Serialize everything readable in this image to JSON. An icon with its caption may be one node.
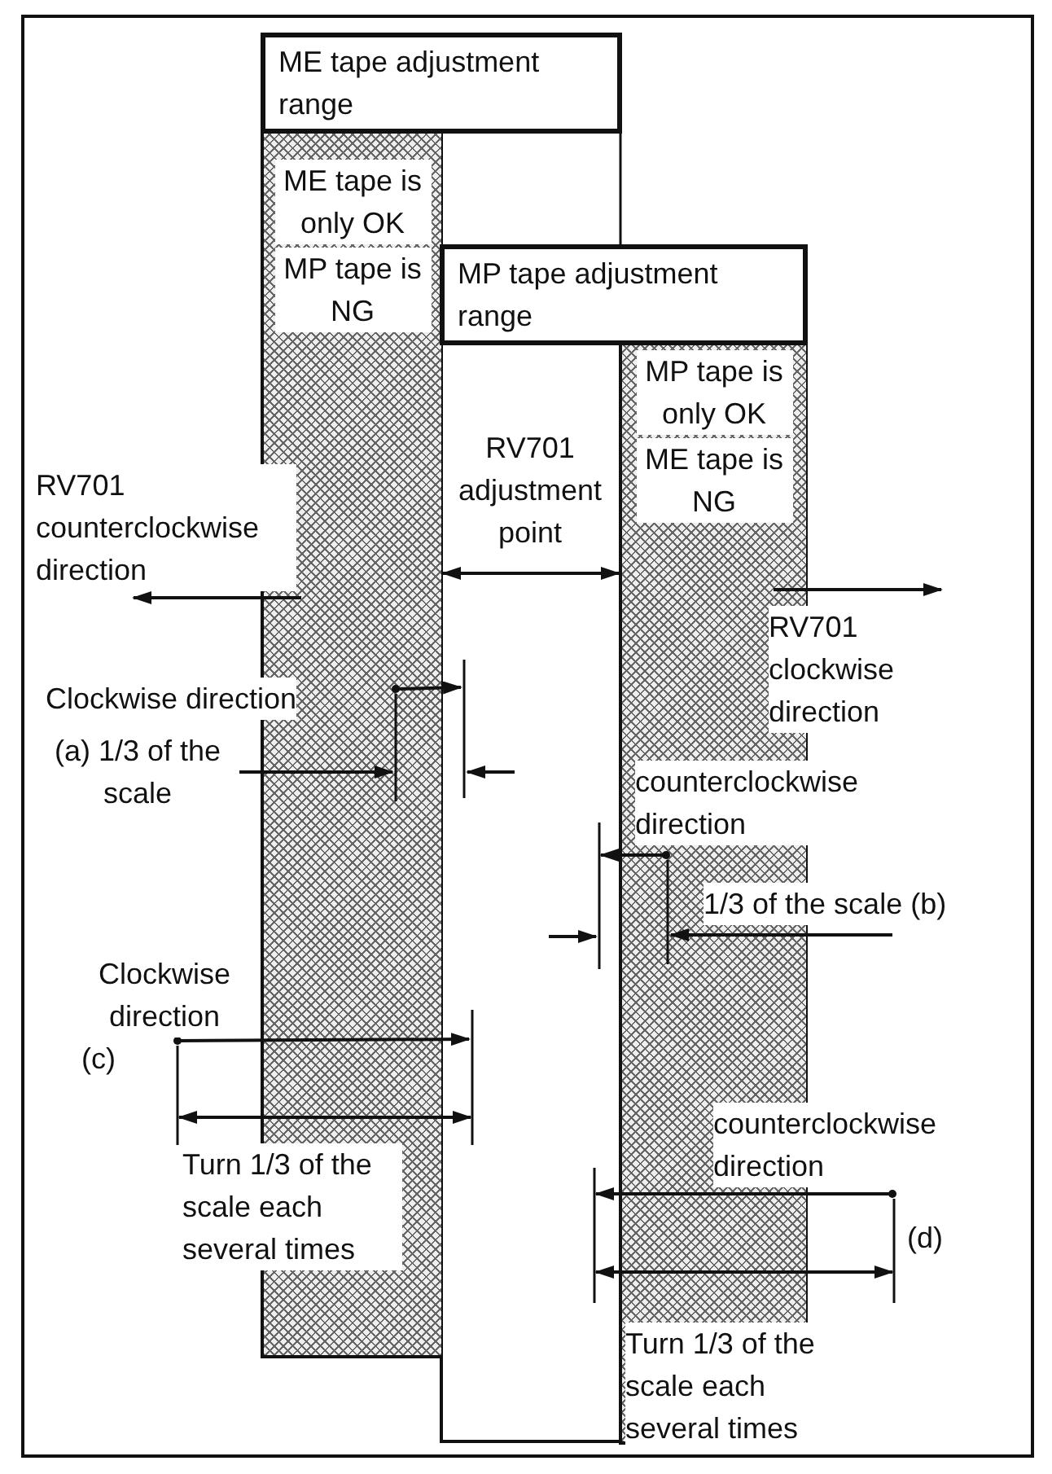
{
  "diagram": {
    "nodes": [
      {
        "text": [
          "ME tape adjustment range"
        ]
      },
      {
        "text": [
          "ME tape is only OK",
          "MP tape is NG"
        ]
      },
      {
        "text": [
          "MP tape adjustment range"
        ]
      },
      {
        "text": [
          "MP tape is only OK",
          "ME tape is NG"
        ]
      }
    ],
    "edges": [
      {
        "from": 1,
        "to": 3,
        "arrow": "both"
      }
    ],
    "labels": [
      "RV701 counterclockwise direction",
      "RV701 adjustment point",
      "RV701 clockwise direction",
      "Clockwise direction",
      "(a) 1/3 of the scale",
      "counterclockwise direction",
      "1/3 of the scale (b)",
      "Clockwise direction",
      "(c)",
      "Turn 1/3 of the scale each several times",
      "counterclockwise direction",
      "(d)",
      "Turn 1/3 of the scale each several times"
    ]
  }
}
